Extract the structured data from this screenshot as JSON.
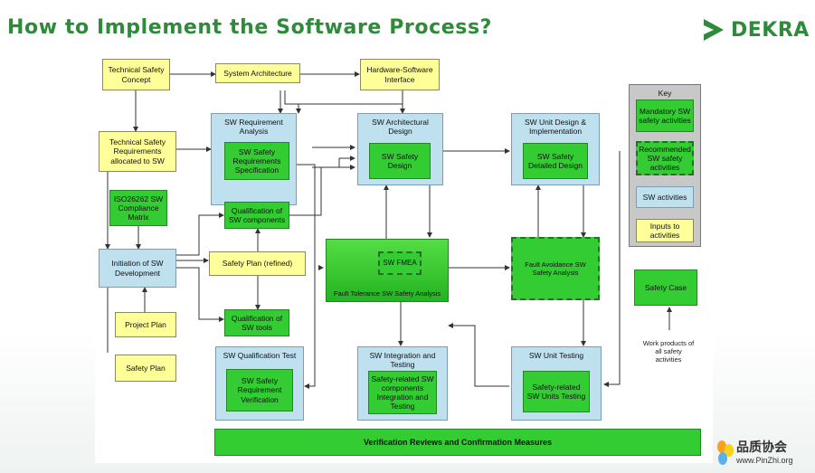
{
  "header": {
    "title": "How to Implement the Software Process?",
    "brand": "DEKRA"
  },
  "diagram": {
    "inputs": {
      "tsc": "Technical Safety Concept",
      "sys_arch": "System Architecture",
      "hsi": "Hardware-Software Interface",
      "tsr": "Technical Safety Requirements allocated to SW",
      "iso_matrix": "ISO26262 SW Compliance Matrix",
      "safety_plan_refined": "Safety Plan (refined)",
      "project_plan": "Project Plan",
      "safety_plan": "Safety Plan"
    },
    "sw_activities": {
      "req_analysis": "SW Requirement Analysis",
      "arch_design": "SW Architectural Design",
      "unit_design": "SW Unit Design & Implementation",
      "initiation": "Initiation of SW Development",
      "qual_test": "SW Qualification Test",
      "integration": "SW Integration and Testing",
      "unit_testing": "SW Unit Testing"
    },
    "safety_activities": {
      "req_spec": "SW Safety Requirements Specification",
      "safety_design": "SW Safety Design",
      "detailed_design": "SW Safety Detailed Design",
      "qual_components": "Qualification of SW components",
      "qual_tools": "Qualification of SW tools",
      "fmea": "SW FMEA",
      "fault_tolerance": "Fault Tolerance SW Safety Analysis",
      "fault_avoidance": "Fault Avoidance SW Safety Analysis",
      "req_verification": "SW Safety Requirement Verification",
      "integration_testing": "Safety-related SW components Integration and Testing",
      "units_testing": "Safety-related SW Units Testing",
      "safety_case": "Safety Case"
    },
    "work_products_note": "Work products of all safety activities",
    "verification_band": "Verification Reviews and Confirmation Measures",
    "key": {
      "title": "Key",
      "mandatory": "Mandatory SW safety activities",
      "recommended": "Recommended SW safety activities",
      "sw_activities": "SW activities",
      "inputs": "Inputs to activities"
    }
  },
  "footer": {
    "cn_name": "品质协会",
    "url": "www.PinZhi.org"
  },
  "colors": {
    "title_green": "#2e8b3a",
    "input_yellow": "#ffff99",
    "activity_blue": "#bfe0ef",
    "safety_green": "#33cc33",
    "key_gray": "#c8c8c8"
  }
}
